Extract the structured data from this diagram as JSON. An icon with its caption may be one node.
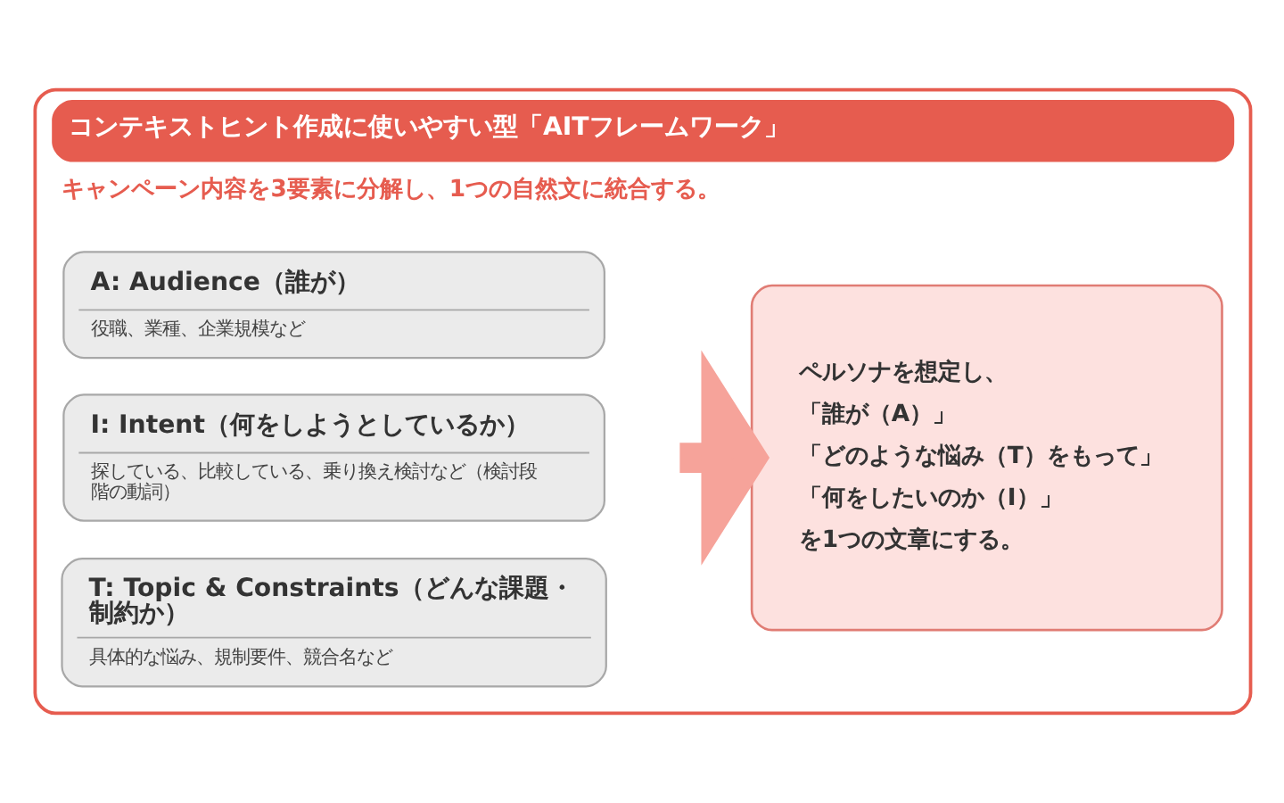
{
  "diagram": {
    "nodes": [
      {
        "text": [
          "コンテキストヒント作成に使いやすい型「AITフレームワーク」",
          "キャンペーン内容を3要素に分解し、1つの自然文に統合する。"
        ]
      },
      {
        "text": [
          "A: Audience（誰が）",
          "役職、業種、企業規模など"
        ],
        "in": 0
      },
      {
        "text": [
          "I: Intent（何をしようとしているか）",
          "探している、比較している、乗り換え検討など（検討段階の動詞）"
        ],
        "in": 0
      },
      {
        "text": [
          "T: Topic & Constraints（どんな課題・制約か）",
          "具体的な悩み、規制要件、競合名など"
        ],
        "in": 0
      },
      {
        "text": [
          "ペルソナを想定し、",
          "「誰が（A）」",
          "「どのような悩み（T）をもって」",
          "「何をしたいのか（I）」",
          "を1つの文章にする。"
        ],
        "in": 0
      }
    ],
    "edges": [
      {
        "from": null,
        "to": 4,
        "arrow": "to"
      }
    ]
  }
}
